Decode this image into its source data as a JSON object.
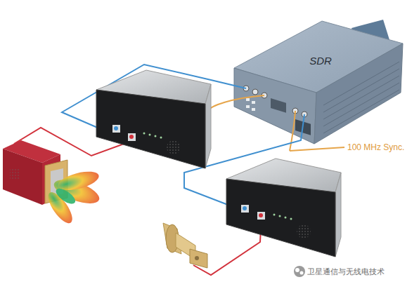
{
  "diagram": {
    "nodes": [
      {
        "text": [
          "SDR"
        ]
      }
    ],
    "labels": [
      "100 MHz Sync.",
      "卫星通信与无线电技术"
    ]
  }
}
